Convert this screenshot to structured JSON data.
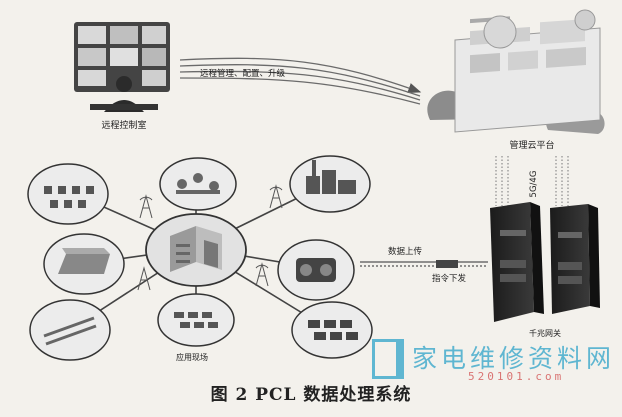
{
  "labels": {
    "remote_control_room": "远程控制室",
    "remote_ops": "远程管理、配置、升级",
    "cloud_platform": "管理云平台",
    "network": "5G/4G",
    "data_upload": "数据上传",
    "command_down": "指令下发",
    "gigabit_gateway": "千兆网关",
    "application_site": "应用现场"
  },
  "caption": "图 2 PCL 数据处理系统",
  "watermark": {
    "site_name": "家电维修资料网",
    "site_url": "520101.com"
  },
  "colors": {
    "background": "#f3f1ec",
    "ink": "#222222",
    "watermark": "#2ea3c9"
  }
}
